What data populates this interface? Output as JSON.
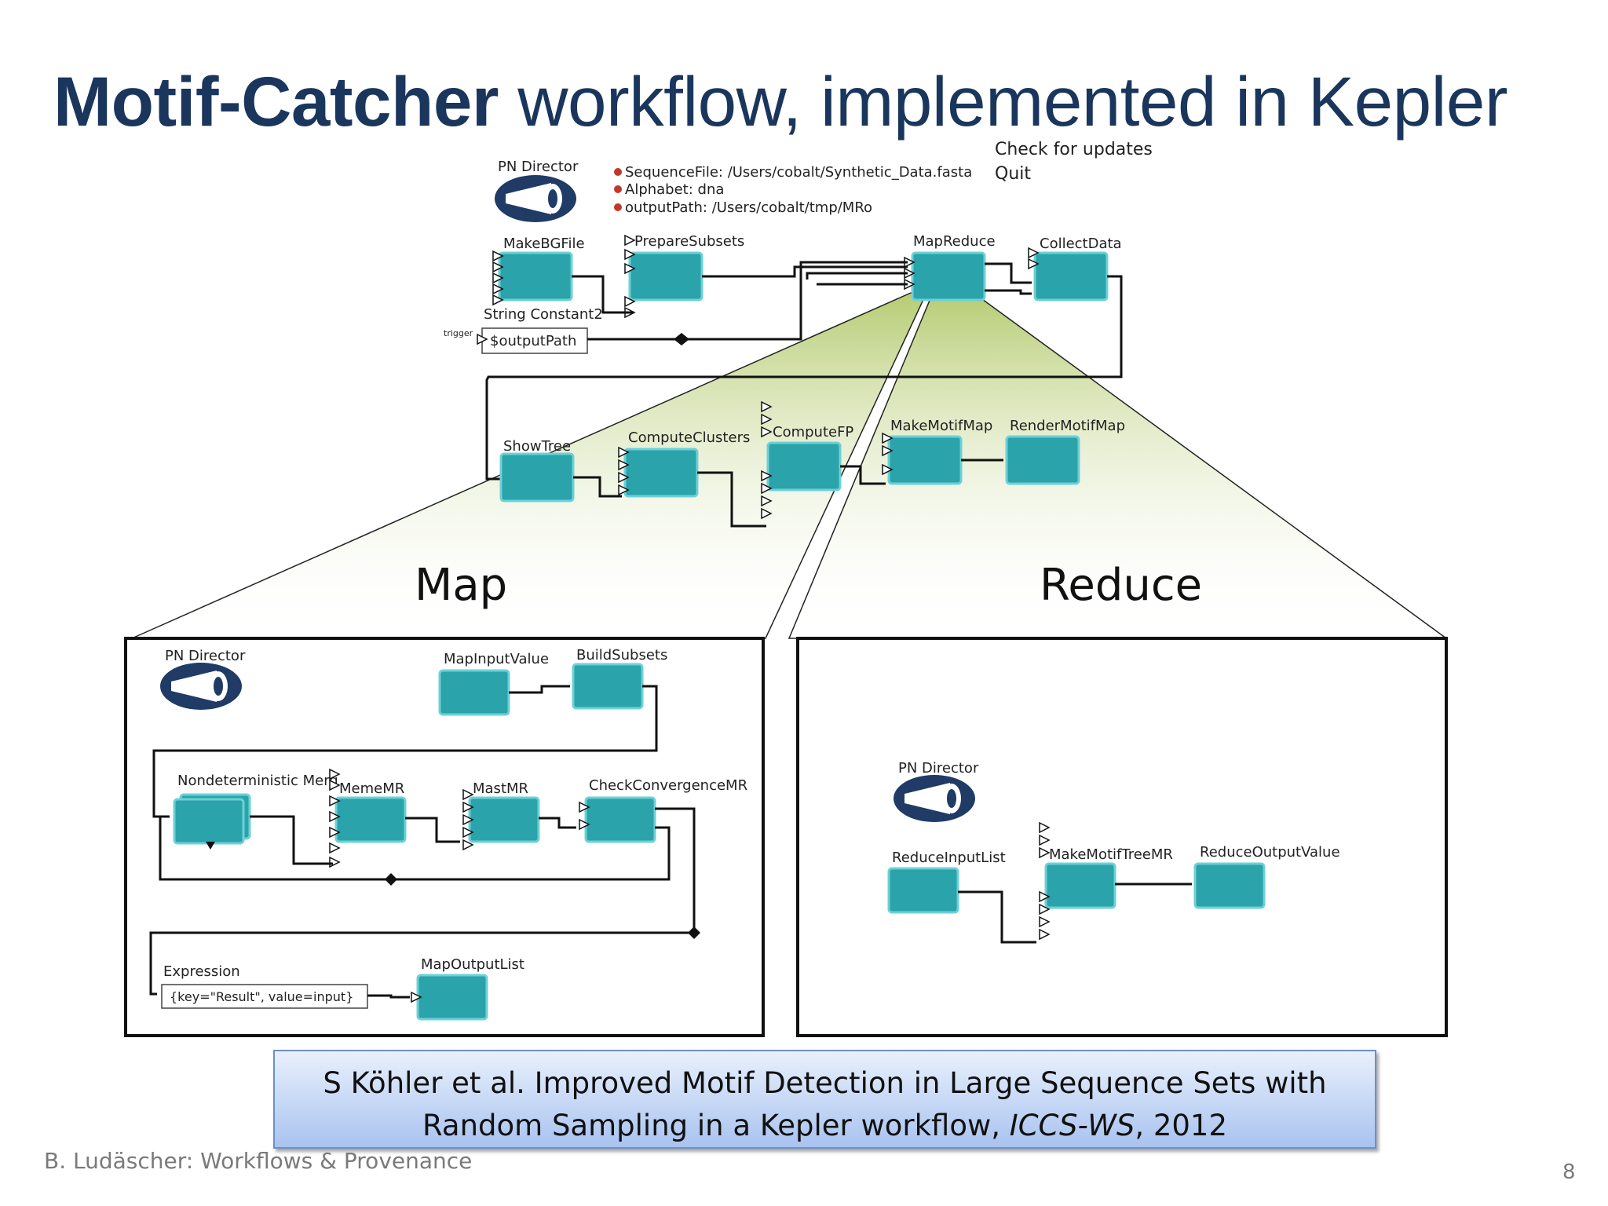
{
  "title": {
    "bold": "Motif-Catcher",
    "rest": " workflow, implemented in Kepler"
  },
  "director_label": "PN Director",
  "parameters": [
    "SequenceFile:  /Users/cobalt/Synthetic_Data.fasta",
    "Alphabet:  dna",
    "outputPath:  /Users/cobalt/tmp/MRo"
  ],
  "background_menu": [
    "Check for updates",
    "Quit"
  ],
  "top_actors": {
    "make_bg_file": "MakeBGFile",
    "prepare_subsets": "PrepareSubsets",
    "map_reduce": "MapReduce",
    "collect_data": "CollectData",
    "string_constant": "String Constant2",
    "trigger": "trigger",
    "output_path": "$outputPath",
    "show_tree": "ShowTree",
    "compute_clusters": "ComputeClusters",
    "compute_fp": "ComputeFP",
    "make_motif_map": "MakeMotifMap",
    "render_motif_map": "RenderMotifMap"
  },
  "map_label": "Map",
  "reduce_label": "Reduce",
  "map_panel": {
    "director": "PN Director",
    "map_input_value": "MapInputValue",
    "build_subsets": "BuildSubsets",
    "nondeterministic_merge": "Nondeterministic Merg",
    "meme_mr": "MemeMR",
    "mast_mr": "MastMR",
    "check_convergence": "CheckConvergenceMR",
    "expression": "Expression",
    "expression_value": "{key=\"Result\", value=input}",
    "map_output_list": "MapOutputList"
  },
  "reduce_panel": {
    "director": "PN Director",
    "reduce_input_list": "ReduceInputList",
    "make_motif_tree": "MakeMotifTreeMR",
    "reduce_output_value": "ReduceOutputValue"
  },
  "citation": {
    "line1": "S Köhler et al. Improved Motif Detection in Large Sequence Sets with",
    "line2_prefix": "Random Sampling in a Kepler workflow, ",
    "venue": "ICCS-WS",
    "line2_suffix": ", 2012"
  },
  "footer": "B. Ludäscher: Workflows & Provenance",
  "page_number": "8",
  "colors": {
    "title": "#1a365d",
    "actor": "#2aa3ab",
    "parameter_dot": "#c0392b",
    "director": "#1f3b66"
  }
}
